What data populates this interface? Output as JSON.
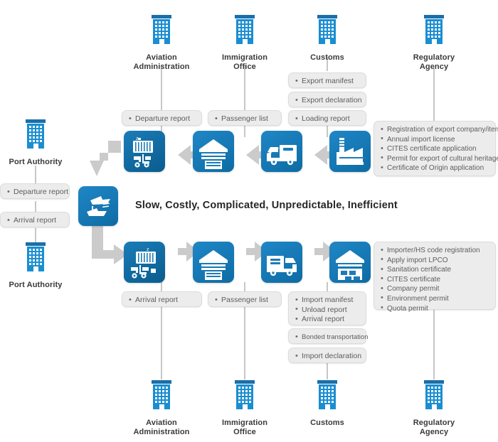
{
  "diagram": {
    "center_statement": "Slow, Costly, Complicated, Unpredictable, Inefficient",
    "colors": {
      "tile_blue": "#1678b4",
      "building_blue": "#1a8ed1",
      "building_top": "#1b6fa8",
      "arrow_grey": "#c9c9c9",
      "box_grey": "#ececec",
      "line_grey": "#b9b9b9",
      "text_dark": "#3a3a3a",
      "text_body": "#5d5d5d"
    }
  },
  "top_agencies": [
    {
      "name": "aviation-administration",
      "label": "Aviation\nAdministration"
    },
    {
      "name": "immigration-office",
      "label": "Immigration\nOffice"
    },
    {
      "name": "customs",
      "label": "Customs"
    },
    {
      "name": "regulatory-agency",
      "label": "Regulatory\nAgency"
    }
  ],
  "bottom_agencies": [
    {
      "name": "aviation-administration",
      "label": "Aviation\nAdministration"
    },
    {
      "name": "immigration-office",
      "label": "Immigration\nOffice"
    },
    {
      "name": "customs",
      "label": "Customs"
    },
    {
      "name": "regulatory-agency",
      "label": "Regulatory\nAgency"
    }
  ],
  "left_agencies": [
    {
      "name": "port-authority-export",
      "label": "Port Authority"
    },
    {
      "name": "port-authority-import",
      "label": "Port Authority"
    }
  ],
  "export_documents": {
    "departure_report": [
      "Departure report"
    ],
    "passenger_list": [
      "Passenger list"
    ],
    "customs_manifest": [
      "Export manifest"
    ],
    "customs_declaration": [
      "Export declaration"
    ],
    "customs_loading": [
      "Loading report"
    ],
    "regulatory": [
      "Registration of export company/item",
      "Annual import license",
      "CITES certificate application",
      "Permit for export of cultural heritage",
      "Certificate of Origin application"
    ]
  },
  "import_documents": {
    "arrival_report": [
      "Arrival report"
    ],
    "passenger_list": [
      "Passenger list"
    ],
    "customs_group": [
      "Import manifest",
      "Unload report",
      "Arrival report"
    ],
    "customs_bonded": [
      "Bonded transportation"
    ],
    "customs_declaration": [
      "Import declaration"
    ],
    "regulatory": [
      "Importer/HS code registration",
      "Apply import LPCO",
      "Sanitation certificate",
      "CITES certificate",
      "Company permit",
      "Environment permit",
      "Quota permit"
    ]
  },
  "port_authority_documents": {
    "departure": [
      "Departure report"
    ],
    "arrival": [
      "Arrival report"
    ]
  },
  "export_flow": [
    {
      "name": "container-forklift-icon",
      "icon": "container-forklift"
    },
    {
      "name": "warehouse-icon",
      "icon": "warehouse"
    },
    {
      "name": "truck-icon",
      "icon": "truck-left"
    },
    {
      "name": "factory-icon",
      "icon": "factory"
    }
  ],
  "import_flow": [
    {
      "name": "container-forklift-icon",
      "icon": "container-forklift"
    },
    {
      "name": "warehouse-icon",
      "icon": "warehouse"
    },
    {
      "name": "truck-icon",
      "icon": "truck-right"
    },
    {
      "name": "warehouse-storage-icon",
      "icon": "warehouse-boxes"
    }
  ],
  "ship_node": {
    "name": "ship-icon",
    "icon": "ships"
  }
}
